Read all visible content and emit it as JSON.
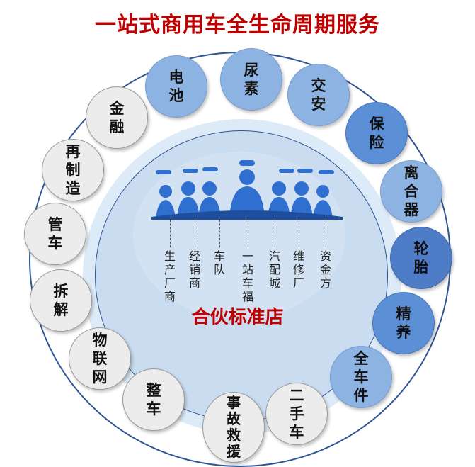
{
  "title": "一站式商用车全生命周期服务",
  "center_title": "合伙标准店",
  "partners": [
    "生\n产\n厂\n商",
    "经\n销\n商",
    "车\n队",
    "一\n站\n车\n福",
    "汽\n配\n城",
    "维\n修\n厂",
    "资\n金\n方"
  ],
  "services": [
    {
      "label": "电\n池",
      "color": "#8db3e2"
    },
    {
      "label": "尿\n素",
      "color": "#8db3e2"
    },
    {
      "label": "交\n安",
      "color": "#8db3e2"
    },
    {
      "label": "保\n险",
      "color": "#5b8fd6"
    },
    {
      "label": "离\n合\n器",
      "color": "#8db3e2"
    },
    {
      "label": "轮\n胎",
      "color": "#4f7cc7"
    },
    {
      "label": "精\n养",
      "color": "#5b8fd6"
    },
    {
      "label": "全\n车\n件",
      "color": "#8db3e2"
    },
    {
      "label": "二\n手\n车",
      "color": "#ececec"
    },
    {
      "label": "事\n故\n救\n援",
      "color": "#ececec"
    },
    {
      "label": "整\n车",
      "color": "#ececec"
    },
    {
      "label": "物\n联\n网",
      "color": "#ececec"
    },
    {
      "label": "拆\n解",
      "color": "#ececec"
    },
    {
      "label": "管\n车",
      "color": "#ececec"
    },
    {
      "label": "再\n制\n造",
      "color": "#ececec"
    },
    {
      "label": "金\n融",
      "color": "#ececec"
    }
  ]
}
